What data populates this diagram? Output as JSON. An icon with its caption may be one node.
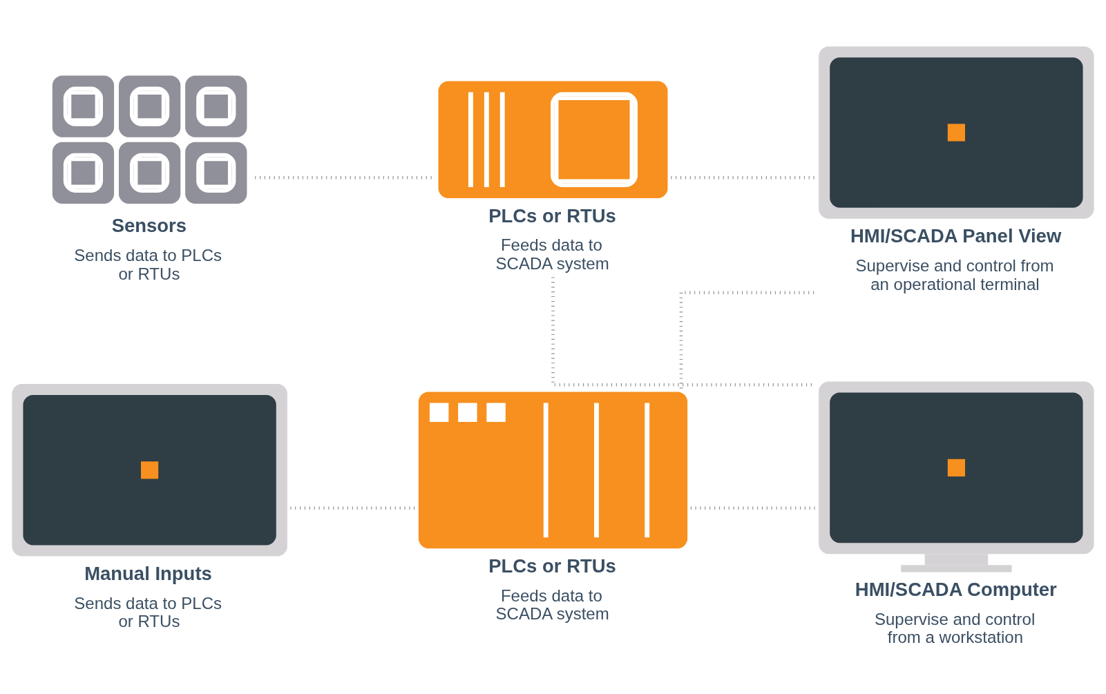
{
  "diagram": {
    "nodes": [
      {
        "text": [
          "Sensors",
          "Sends data to PLCs or RTUs"
        ]
      },
      {
        "text": [
          "PLCs or RTUs",
          "Feeds data to SCADA system"
        ]
      },
      {
        "text": [
          "HMI/SCADA Panel View",
          "Supervise and control from an operational terminal"
        ]
      },
      {
        "text": [
          "Manual Inputs",
          "Sends data to PLCs or RTUs"
        ]
      },
      {
        "text": [
          "PLCs or RTUs",
          "Feeds data to SCADA system"
        ]
      },
      {
        "text": [
          "HMI/SCADA Computer",
          "Supervise and control from a workstation"
        ]
      }
    ],
    "edges": [
      {
        "from": 0,
        "to": 1,
        "arrow": "none"
      },
      {
        "from": 1,
        "to": 2,
        "arrow": "none"
      },
      {
        "from": 1,
        "to": 5,
        "arrow": "none"
      },
      {
        "from": 3,
        "to": 4,
        "arrow": "none"
      },
      {
        "from": 4,
        "to": 2,
        "arrow": "none"
      },
      {
        "from": 4,
        "to": 5,
        "arrow": "none"
      }
    ]
  }
}
